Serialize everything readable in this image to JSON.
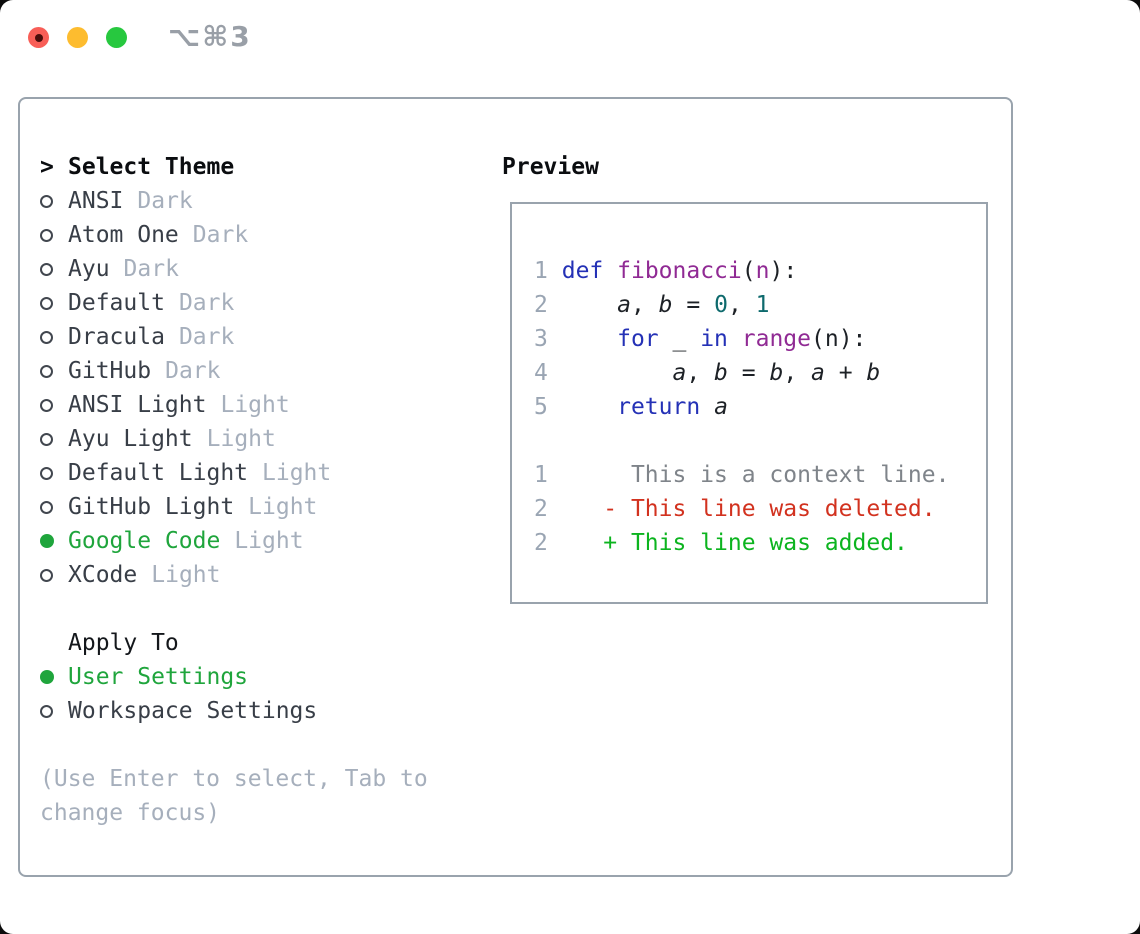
{
  "window": {
    "shortcut_label": "⌥⌘3",
    "traffic_lights": [
      "close",
      "minimize",
      "zoom"
    ]
  },
  "theme_list": {
    "cursor": ">",
    "title": "Select Theme",
    "items": [
      {
        "slug": "ansi-dark",
        "name": "ANSI",
        "variant": "Dark",
        "selected": false
      },
      {
        "slug": "atom-one-dark",
        "name": "Atom One",
        "variant": "Dark",
        "selected": false
      },
      {
        "slug": "ayu-dark",
        "name": "Ayu",
        "variant": "Dark",
        "selected": false
      },
      {
        "slug": "default-dark",
        "name": "Default",
        "variant": "Dark",
        "selected": false
      },
      {
        "slug": "dracula-dark",
        "name": "Dracula",
        "variant": "Dark",
        "selected": false
      },
      {
        "slug": "github-dark",
        "name": "GitHub",
        "variant": "Dark",
        "selected": false
      },
      {
        "slug": "ansi-light",
        "name": "ANSI Light",
        "variant": "Light",
        "selected": false
      },
      {
        "slug": "ayu-light",
        "name": "Ayu Light",
        "variant": "Light",
        "selected": false
      },
      {
        "slug": "default-light",
        "name": "Default Light",
        "variant": "Light",
        "selected": false
      },
      {
        "slug": "github-light",
        "name": "GitHub Light",
        "variant": "Light",
        "selected": false
      },
      {
        "slug": "google-code",
        "name": "Google Code",
        "variant": "Light",
        "selected": true
      },
      {
        "slug": "xcode",
        "name": "XCode",
        "variant": "Light",
        "selected": false
      }
    ]
  },
  "apply_to": {
    "header": "Apply To",
    "options": [
      {
        "slug": "user-settings",
        "label": "User Settings",
        "selected": true
      },
      {
        "slug": "workspace-settings",
        "label": "Workspace Settings",
        "selected": false
      }
    ]
  },
  "hint": "(Use Enter to select, Tab to change focus)",
  "preview": {
    "header": "Preview",
    "lines": [
      {
        "num": "1",
        "tokens": [
          {
            "t": " ",
            "c": "pln"
          },
          {
            "t": "def",
            "c": "kw"
          },
          {
            "t": " ",
            "c": "pln"
          },
          {
            "t": "fibonacci",
            "c": "fn"
          },
          {
            "t": "(",
            "c": "pln"
          },
          {
            "t": "n",
            "c": "fn"
          },
          {
            "t": "):",
            "c": "pln"
          }
        ]
      },
      {
        "num": "2",
        "tokens": [
          {
            "t": "     ",
            "c": "pln"
          },
          {
            "t": "a",
            "c": "var"
          },
          {
            "t": ", ",
            "c": "pln"
          },
          {
            "t": "b",
            "c": "var"
          },
          {
            "t": " = ",
            "c": "pln"
          },
          {
            "t": "0",
            "c": "num"
          },
          {
            "t": ", ",
            "c": "pln"
          },
          {
            "t": "1",
            "c": "num"
          }
        ]
      },
      {
        "num": "3",
        "tokens": [
          {
            "t": "     ",
            "c": "pln"
          },
          {
            "t": "for",
            "c": "kw"
          },
          {
            "t": " _ ",
            "c": "pln"
          },
          {
            "t": "in",
            "c": "kw"
          },
          {
            "t": " ",
            "c": "pln"
          },
          {
            "t": "range",
            "c": "fn"
          },
          {
            "t": "(n):",
            "c": "pln"
          }
        ]
      },
      {
        "num": "4",
        "tokens": [
          {
            "t": "         ",
            "c": "pln"
          },
          {
            "t": "a",
            "c": "var"
          },
          {
            "t": ", ",
            "c": "pln"
          },
          {
            "t": "b",
            "c": "var"
          },
          {
            "t": " = ",
            "c": "pln"
          },
          {
            "t": "b",
            "c": "var"
          },
          {
            "t": ", ",
            "c": "pln"
          },
          {
            "t": "a",
            "c": "var"
          },
          {
            "t": " + ",
            "c": "pln"
          },
          {
            "t": "b",
            "c": "var"
          }
        ]
      },
      {
        "num": "5",
        "tokens": [
          {
            "t": "     ",
            "c": "pln"
          },
          {
            "t": "return",
            "c": "kw"
          },
          {
            "t": " ",
            "c": "pln"
          },
          {
            "t": "a",
            "c": "var"
          }
        ]
      },
      {
        "num": "",
        "tokens": []
      },
      {
        "num": "1",
        "tokens": [
          {
            "t": "      This is a context line.",
            "c": "ctx"
          }
        ]
      },
      {
        "num": "2",
        "tokens": [
          {
            "t": "    - This line was deleted.",
            "c": "del"
          }
        ]
      },
      {
        "num": "2",
        "tokens": [
          {
            "t": "    + This line was added.",
            "c": "add"
          }
        ]
      }
    ]
  },
  "colors": {
    "accent_green": "#1fa53c",
    "keyword": "#2431b6",
    "function": "#902a94",
    "number_literal": "#0e6a6d",
    "plain_code": "#1d2126",
    "context_line": "#7f848a",
    "deleted_line": "#d2321f",
    "added_line": "#0cb41f",
    "line_number": "#9aa5b3",
    "muted": "#a6afbc",
    "item_text": "#383e47",
    "border": "#99a3ad",
    "traffic_red": "#f85e57",
    "traffic_yellow": "#fdbc2f",
    "traffic_green": "#27c83f"
  }
}
